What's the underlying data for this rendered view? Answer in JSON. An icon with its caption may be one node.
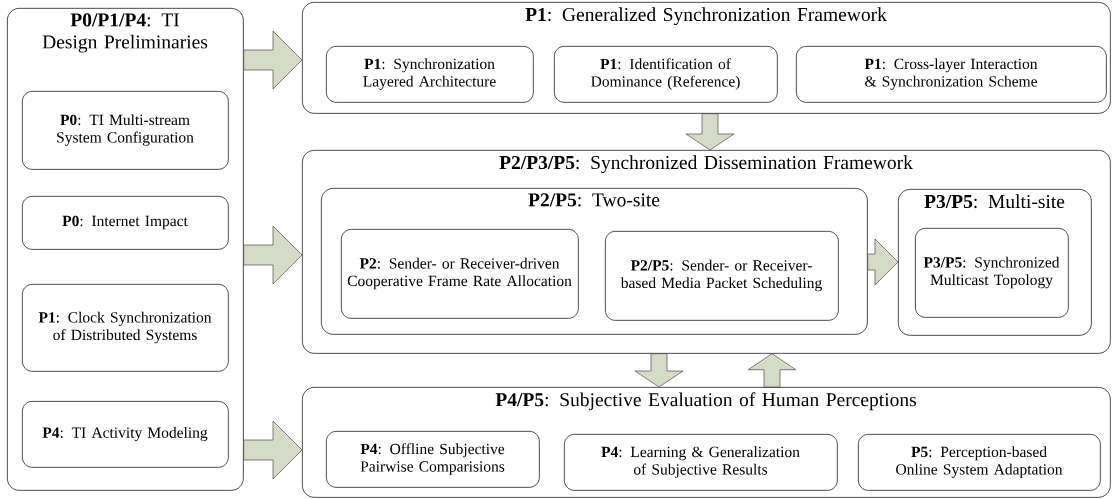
{
  "diagram": {
    "nodes": [
      {
        "text": [
          "**P0/P1/P4**: TI Design Preliminaries"
        ]
      },
      {
        "text": [
          "**P0**: TI Multi-stream System Configuration"
        ],
        "in": 0
      },
      {
        "text": [
          "**P0**: Internet Impact"
        ],
        "in": 0
      },
      {
        "text": [
          "**P1**: Clock Synchronization of Distributed Systems"
        ],
        "in": 0
      },
      {
        "text": [
          "**P4**: TI Activity Modeling"
        ],
        "in": 0
      },
      {
        "text": [
          "**P1**: Generalized Synchronization Framework"
        ]
      },
      {
        "text": [
          "**P1**: Synchronization Layered Architecture"
        ],
        "in": 5
      },
      {
        "text": [
          "**P1**: Identification of Dominance (Reference)"
        ],
        "in": 5
      },
      {
        "text": [
          "**P1**: Cross-layer Interaction & Synchronization Scheme"
        ],
        "in": 5
      },
      {
        "text": [
          "**P2/P3/P5**: Synchronized Dissemination Framework"
        ]
      },
      {
        "text": [
          "**P2/P5**: Two-site"
        ],
        "in": 9
      },
      {
        "text": [
          "**P2**: Sender- or Receiver-driven Cooperative Frame Rate Allocation"
        ],
        "in": 10
      },
      {
        "text": [
          "**P2/P5**: Sender- or Receiver- based Media Packet Scheduling"
        ],
        "in": 10
      },
      {
        "text": [
          "**P3/P5**: Multi-site"
        ],
        "in": 9
      },
      {
        "text": [
          "**P3/P5**: Synchronized Multicast Topology"
        ],
        "in": 13
      },
      {
        "text": [
          "**P4/P5**: Subjective Evaluation of Human Perceptions"
        ]
      },
      {
        "text": [
          "**P4**: Offline Subjective Pairwise Comparisions"
        ],
        "in": 15
      },
      {
        "text": [
          "**P4**: Learning & Generalization of Subjective Results"
        ],
        "in": 15
      },
      {
        "text": [
          "**P5**: Perception-based Online System Adaptation"
        ],
        "in": 15
      }
    ],
    "edges": [
      {
        "from": 0,
        "to": 5,
        "arrow": "to"
      },
      {
        "from": 0,
        "to": 9,
        "arrow": "to"
      },
      {
        "from": 0,
        "to": 15,
        "arrow": "to"
      },
      {
        "from": 5,
        "to": 9,
        "arrow": "to"
      },
      {
        "from": 10,
        "to": 13,
        "arrow": "to"
      },
      {
        "from": 9,
        "to": 15,
        "arrow": "to"
      },
      {
        "from": 15,
        "to": 9,
        "arrow": "to"
      }
    ]
  }
}
